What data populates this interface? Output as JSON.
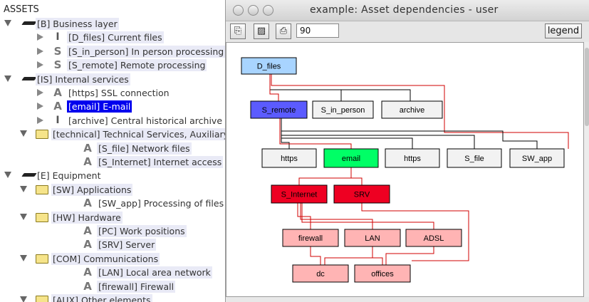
{
  "tree": {
    "title": "ASSETS",
    "rows": [
      {
        "indent": 0,
        "tw": "exp",
        "icon": "layer",
        "icon_name": "layer-icon",
        "code": "[B]",
        "label": "[B] Business layer",
        "style": "hl"
      },
      {
        "indent": 1,
        "tw": "col",
        "icon": "bar",
        "icon_glyph": "I",
        "icon_name": "info-asset-icon",
        "label": "[D_files] Current files",
        "style": "hl"
      },
      {
        "indent": 1,
        "tw": "col",
        "icon": "letter",
        "icon_glyph": "S",
        "icon_name": "service-asset-icon",
        "label": "[S_in_person] In person processing",
        "style": "hl"
      },
      {
        "indent": 1,
        "tw": "col",
        "icon": "letter",
        "icon_glyph": "S",
        "icon_name": "service-asset-icon",
        "label": "[S_remote] Remote processing",
        "style": "hl"
      },
      {
        "indent": 0,
        "tw": "exp",
        "icon": "layer",
        "icon_name": "layer-icon",
        "label": "[IS] Internal services",
        "style": "hl"
      },
      {
        "indent": 1,
        "tw": "col",
        "icon": "letter",
        "icon_glyph": "A",
        "icon_name": "asset-icon",
        "label": "[https] SSL connection",
        "style": "plain"
      },
      {
        "indent": 1,
        "tw": "col",
        "icon": "letter",
        "icon_glyph": "A",
        "icon_name": "asset-icon",
        "label": "[email] E-mail",
        "style": "sel"
      },
      {
        "indent": 1,
        "tw": "col",
        "icon": "bar",
        "icon_glyph": "I",
        "icon_name": "info-asset-icon",
        "label": "[archive] Central historical archive",
        "style": "plain"
      },
      {
        "indent": 1,
        "tw": "exp",
        "icon": "folder",
        "icon_name": "folder-icon",
        "label": "[technical] Technical Services, Auxiliary",
        "style": "hl"
      },
      {
        "indent": 2,
        "tw": "none",
        "icon": "letter",
        "icon_glyph": "A",
        "icon_name": "asset-icon",
        "label": "[S_file] Network files",
        "style": "hl"
      },
      {
        "indent": 2,
        "tw": "none",
        "icon": "letter",
        "icon_glyph": "A",
        "icon_name": "asset-icon",
        "label": "[S_Internet] Internet access",
        "style": "hl"
      },
      {
        "indent": 0,
        "tw": "exp",
        "icon": "layer",
        "icon_name": "layer-icon",
        "label": "[E] Equipment",
        "style": "plain"
      },
      {
        "indent": 1,
        "tw": "exp",
        "icon": "folder",
        "icon_name": "folder-icon",
        "label": "[SW] Applications",
        "style": "hl"
      },
      {
        "indent": 2,
        "tw": "none",
        "icon": "letter",
        "icon_glyph": "A",
        "icon_name": "asset-icon",
        "label": "[SW_app] Processing of files",
        "style": "plain"
      },
      {
        "indent": 1,
        "tw": "exp",
        "icon": "folder",
        "icon_name": "folder-icon",
        "label": "[HW] Hardware",
        "style": "hl"
      },
      {
        "indent": 2,
        "tw": "none",
        "icon": "letter",
        "icon_glyph": "A",
        "icon_name": "asset-icon",
        "label": "[PC] Work positions",
        "style": "hl"
      },
      {
        "indent": 2,
        "tw": "none",
        "icon": "letter",
        "icon_glyph": "A",
        "icon_name": "asset-icon",
        "label": "[SRV] Server",
        "style": "hl"
      },
      {
        "indent": 1,
        "tw": "exp",
        "icon": "folder",
        "icon_name": "folder-icon",
        "label": "[COM] Communications",
        "style": "hl"
      },
      {
        "indent": 2,
        "tw": "none",
        "icon": "letter",
        "icon_glyph": "A",
        "icon_name": "asset-icon",
        "label": "[LAN] Local area network",
        "style": "hl"
      },
      {
        "indent": 2,
        "tw": "none",
        "icon": "letter",
        "icon_glyph": "A",
        "icon_name": "asset-icon",
        "label": "[firewall] Firewall",
        "style": "hl"
      },
      {
        "indent": 1,
        "tw": "exp",
        "icon": "folder",
        "icon_name": "folder-icon",
        "label": "[AUX] Other elements",
        "style": "hl"
      }
    ]
  },
  "window": {
    "title": "example: Asset dependencies - user",
    "toolbar": {
      "zoom_value": "90",
      "legend_label": "legend",
      "tools": [
        {
          "name": "copy-icon",
          "glyph": "⎘"
        },
        {
          "name": "image-icon",
          "glyph": "▨"
        },
        {
          "name": "print-icon",
          "glyph": "⎙"
        }
      ]
    }
  },
  "colors": {
    "selected": "#5b5bff",
    "highlight": "#00ff66",
    "critical": "#ee0022",
    "affected": "#ffb4b4",
    "root": "#a8d4ff",
    "neutral": "#f2f2f2",
    "edge_dependent": "#d00000",
    "edge_other": "#000000"
  },
  "graph": {
    "nodes": [
      {
        "id": "D_files",
        "label": "D_files",
        "kind": "root"
      },
      {
        "id": "S_remote",
        "label": "S_remote",
        "kind": "selected"
      },
      {
        "id": "S_in_person",
        "label": "S_in_person",
        "kind": "neutral"
      },
      {
        "id": "archive",
        "label": "archive",
        "kind": "neutral"
      },
      {
        "id": "https1",
        "label": "https",
        "kind": "neutral"
      },
      {
        "id": "email",
        "label": "email",
        "kind": "highlight"
      },
      {
        "id": "https2",
        "label": "https",
        "kind": "neutral"
      },
      {
        "id": "S_file",
        "label": "S_file",
        "kind": "neutral"
      },
      {
        "id": "SW_app",
        "label": "SW_app",
        "kind": "neutral"
      },
      {
        "id": "S_Internet",
        "label": "S_Internet",
        "kind": "critical"
      },
      {
        "id": "SRV",
        "label": "SRV",
        "kind": "critical"
      },
      {
        "id": "firewall",
        "label": "firewall",
        "kind": "affected"
      },
      {
        "id": "LAN",
        "label": "LAN",
        "kind": "affected"
      },
      {
        "id": "ADSL",
        "label": "ADSL",
        "kind": "affected"
      },
      {
        "id": "dc",
        "label": "dc",
        "kind": "affected"
      },
      {
        "id": "offices",
        "label": "offices",
        "kind": "affected"
      }
    ]
  }
}
